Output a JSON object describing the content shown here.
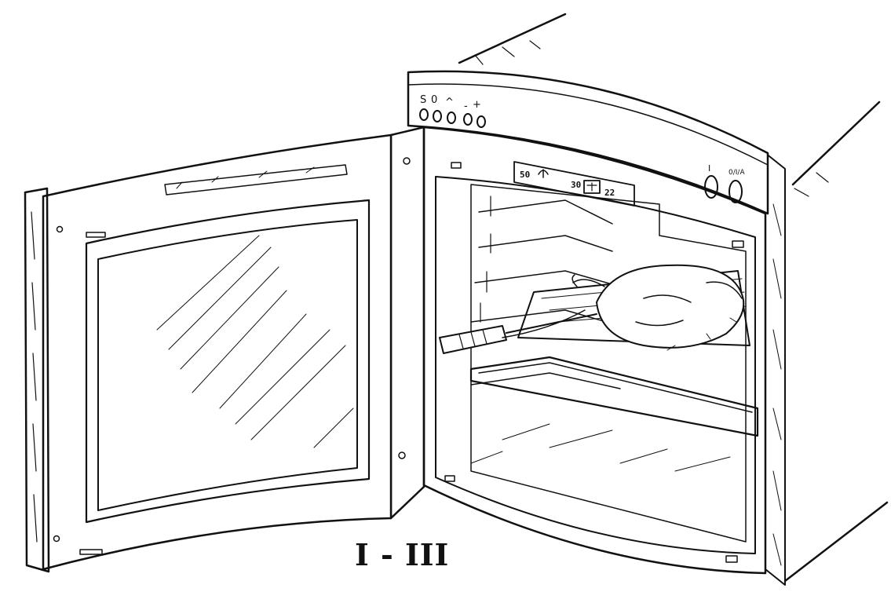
{
  "figure": {
    "caption": "I - III",
    "oven_controls": {
      "left_labels": [
        "S",
        "0",
        "^",
        "-",
        "+"
      ],
      "display_readout": [
        "50",
        "30",
        "22"
      ],
      "right_knob_labels": [
        "I",
        "0/I/A"
      ]
    },
    "colors": {
      "ink": "#111111",
      "paper": "#ffffff"
    },
    "icons": [
      "oven-door",
      "oven-cavity",
      "control-panel",
      "meat-probe",
      "roast-chicken",
      "baking-tray",
      "wire-rack"
    ]
  }
}
